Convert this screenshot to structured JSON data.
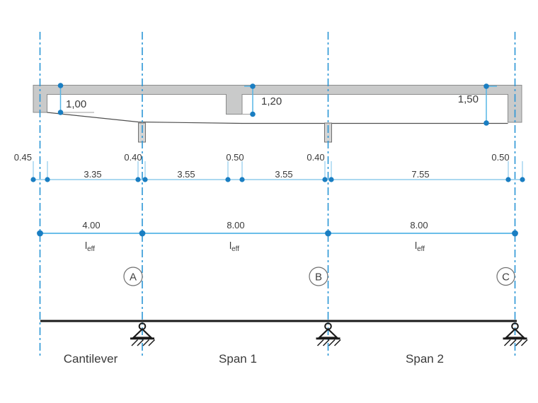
{
  "figure": {
    "depth_dims": [
      {
        "value": "1,00"
      },
      {
        "value": "1,20"
      },
      {
        "value": "1,50"
      }
    ],
    "top_dims": [
      {
        "value": "0.45"
      },
      {
        "value": "3.35"
      },
      {
        "value": "0.40"
      },
      {
        "value": "3.55"
      },
      {
        "value": "0.50"
      },
      {
        "value": "3.55"
      },
      {
        "value": "0.40"
      },
      {
        "value": "7.55"
      },
      {
        "value": "0.50"
      }
    ],
    "eff_length_dims": [
      {
        "value": "4.00",
        "label_main": "l",
        "label_sub": "eff"
      },
      {
        "value": "8.00",
        "label_main": "l",
        "label_sub": "eff"
      },
      {
        "value": "8.00",
        "label_main": "l",
        "label_sub": "eff"
      }
    ],
    "gridline_labels": [
      {
        "letter": "A"
      },
      {
        "letter": "B"
      },
      {
        "letter": "C"
      }
    ],
    "span_labels": [
      {
        "text": "Cantilever"
      },
      {
        "text": "Span 1"
      },
      {
        "text": "Span 2"
      }
    ],
    "colors": {
      "axis_blue": "#2b96d6",
      "marker_blue": "#1a7ec2",
      "dim_line_blue": "#8fccec",
      "eff_line_blue": "#55b5e6",
      "concrete_gray": "#c9caca",
      "outline_gray": "#8a8b8b",
      "support_black": "#1a1a1a",
      "text_dark": "#3a3a3a"
    }
  }
}
